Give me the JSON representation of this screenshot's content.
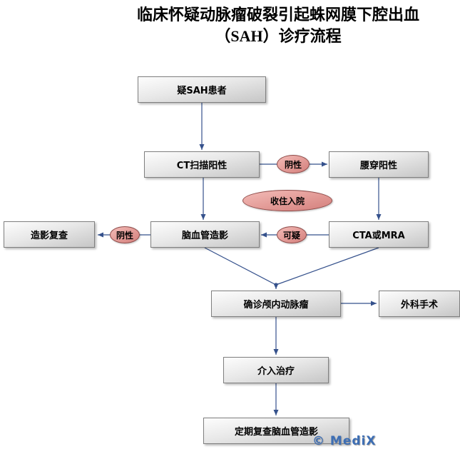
{
  "title": {
    "line1": "临床怀疑动脉瘤破裂引起蛛网膜下腔出血",
    "line2": "（SAH）诊疗流程"
  },
  "nodes": {
    "suspect_sah": "疑SAH患者",
    "ct_scan_positive": "CT扫描阳性",
    "lumbar_puncture_positive": "腰穿阳性",
    "angiography_recheck": "造影复查",
    "cerebral_angiography": "脑血管造影",
    "cta_or_mra": "CTA或MRA",
    "confirmed_aneurysm": "确诊颅内动脉瘤",
    "surgery": "外科手术",
    "interventional_therapy": "介入治疗",
    "regular_followup_angiography": "定期复查脑血管造影"
  },
  "connectors": {
    "negative_ct": "阴性",
    "admit_hospital": "收住入院",
    "suspicious": "可疑",
    "negative_angio": "阴性"
  },
  "watermark": "© MediX",
  "colors": {
    "arrow": "#35518c",
    "box_border": "#7f7f7f",
    "ellipse_fill": "#e49d99",
    "ellipse_border": "#8e4a48",
    "watermark_blue": "#3d6eb4"
  }
}
